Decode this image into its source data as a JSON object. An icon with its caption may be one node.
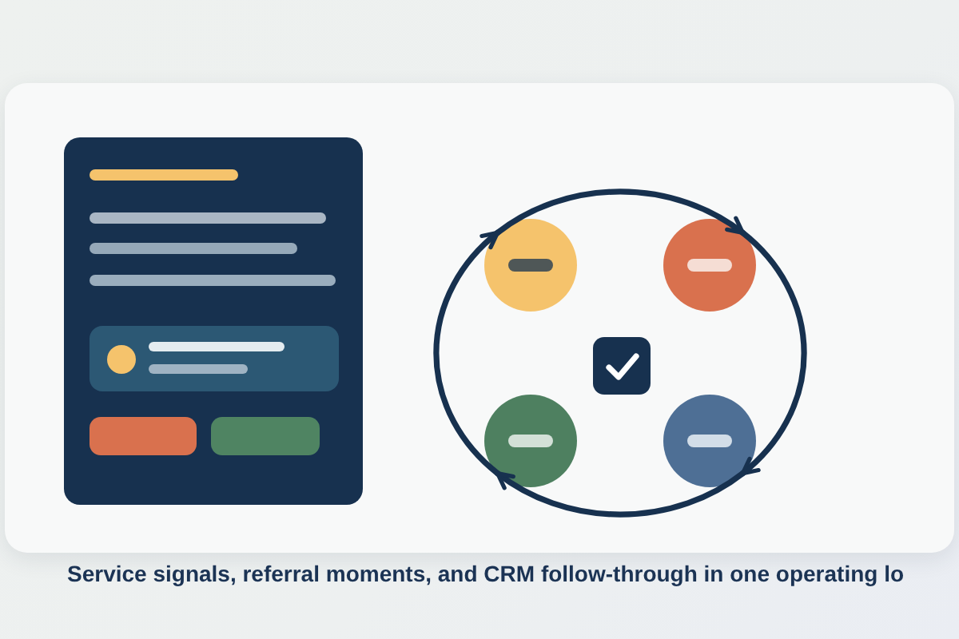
{
  "diagram": {
    "caption": "Service signals, referral moments, and CRM follow-through in one operating lo",
    "nodes": [
      {
        "text": [],
        "shape": "circle"
      },
      {
        "text": [],
        "shape": "circle"
      },
      {
        "text": [],
        "shape": "circle"
      },
      {
        "text": [],
        "shape": "circle"
      }
    ],
    "edges": [
      {
        "from": 0,
        "to": 1,
        "arrow": "to"
      },
      {
        "from": 1,
        "to": 3,
        "arrow": "to"
      },
      {
        "from": 3,
        "to": 2,
        "arrow": "to"
      },
      {
        "from": 2,
        "to": 0,
        "arrow": "to"
      }
    ]
  }
}
